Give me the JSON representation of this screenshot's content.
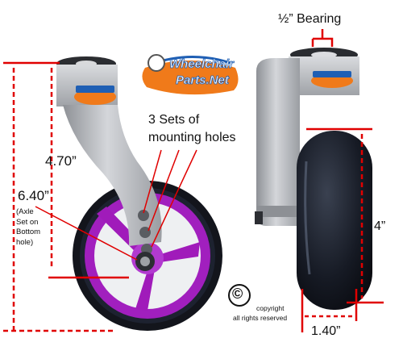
{
  "labels": {
    "height_top_hole": "4.70”",
    "height_bottom_hole": "6.40”",
    "height_note": [
      "(Axle",
      "Set on",
      "Bottom",
      "hole)"
    ],
    "mounting_line1": "3 Sets of",
    "mounting_line2": "mounting holes",
    "bearing": "½” Bearing",
    "wheel_height": "4”",
    "wheel_width": "1.40”",
    "copyright_symbol": "©",
    "copyright_line1": "copyright",
    "copyright_line2": "all rights reserved"
  },
  "logo": {
    "line1": "Wheelchair",
    "line2": "Parts.Net"
  },
  "colors": {
    "dimension_lines": "#e00000",
    "fork_silver": "#b7b9bd",
    "rim_purple": "#9b1fb6",
    "tire_black": "#15151d",
    "logo_orange": "#f07a1a",
    "logo_blue": "#1f5fb4"
  }
}
